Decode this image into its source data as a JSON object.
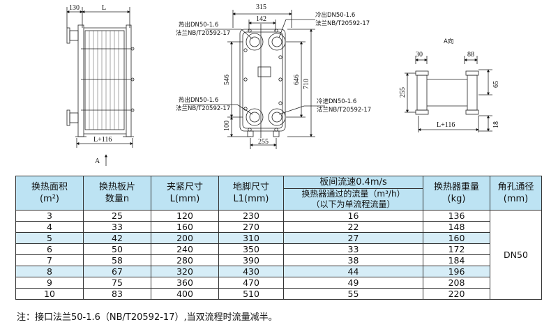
{
  "drawing": {
    "side_view": {
      "dim_130": "130",
      "dim_L": "L",
      "dim_L116": "L+116",
      "direction_label": "A"
    },
    "front_view": {
      "dim_315": "315",
      "dim_142": "142",
      "dim_546": "546",
      "dim_646": "646",
      "dim_710": "710",
      "dim_100": "100",
      "dim_255": "255",
      "callout_hot_out_1": "热出DN50-1.6",
      "callout_hot_out_2": "法兰NB/T20592-17",
      "callout_cold_out_1": "冷出DN50-1.6",
      "callout_cold_out_2": "法兰NB/T20592-17",
      "callout_hot_in_1": "热出DN50-1.6",
      "callout_hot_in_2": "法兰NB/T20592-17",
      "callout_cold_in_1": "冷进DN50-1.6",
      "callout_cold_in_2": "法兰NB/T20592-17"
    },
    "a_view": {
      "title": "A向",
      "dim_30": "30",
      "dim_88": "88",
      "dim_255": "255",
      "dim_65": "65",
      "dim_18": "18",
      "dim_L116": "L+116"
    }
  },
  "table": {
    "headers": {
      "area": [
        "换热面积",
        "(m²)"
      ],
      "plates": [
        "换热板片",
        "数量n"
      ],
      "clamp": [
        "夹紧尺寸",
        "L(mm)"
      ],
      "foot": [
        "地脚尺寸",
        "L1(mm)"
      ],
      "flow_top": "板间流速0.4m/s",
      "flow_sub": [
        "换热器通过的流量（m³/h）",
        "（以下为单流程流量）"
      ],
      "weight": [
        "换热器重量",
        "(kg)"
      ],
      "port": [
        "角孔通径",
        "(mm)"
      ]
    },
    "rows": [
      {
        "area": "3",
        "plates": "25",
        "clamp": "120",
        "foot": "230",
        "flow": "16",
        "weight": "136"
      },
      {
        "area": "4",
        "plates": "33",
        "clamp": "160",
        "foot": "270",
        "flow": "22",
        "weight": "148"
      },
      {
        "area": "5",
        "plates": "42",
        "clamp": "200",
        "foot": "310",
        "flow": "27",
        "weight": "160"
      },
      {
        "area": "6",
        "plates": "50",
        "clamp": "240",
        "foot": "350",
        "flow": "33",
        "weight": "172"
      },
      {
        "area": "7",
        "plates": "58",
        "clamp": "280",
        "foot": "390",
        "flow": "38",
        "weight": "184"
      },
      {
        "area": "8",
        "plates": "67",
        "clamp": "320",
        "foot": "430",
        "flow": "44",
        "weight": "196"
      },
      {
        "area": "9",
        "plates": "75",
        "clamp": "360",
        "foot": "470",
        "flow": "49",
        "weight": "208"
      },
      {
        "area": "10",
        "plates": "83",
        "clamp": "400",
        "foot": "510",
        "flow": "55",
        "weight": "220"
      }
    ],
    "port_value": "DN50"
  },
  "note": "注：接口法兰50-1.6（NB/T20592-17）,当双流程时流量减半。"
}
